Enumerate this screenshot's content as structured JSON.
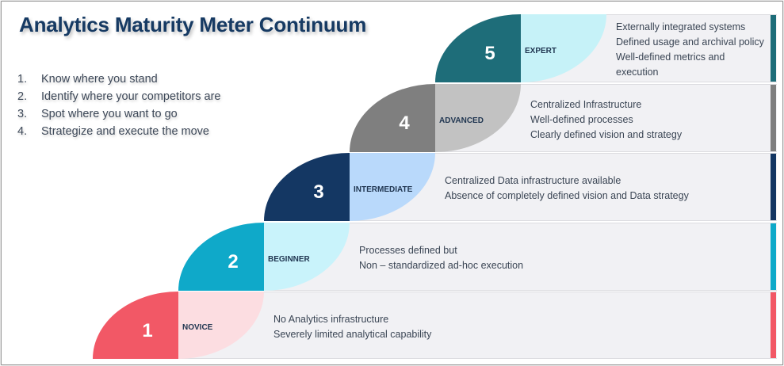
{
  "title": "Analytics Maturity Meter Continuum",
  "steps": [
    {
      "num": "1.",
      "text": "Know where you stand"
    },
    {
      "num": "2.",
      "text": "Identify where your competitors are"
    },
    {
      "num": "3.",
      "text": "Spot where you want to go"
    },
    {
      "num": "4.",
      "text": "Strategize and execute the move"
    }
  ],
  "levels": [
    {
      "number": "1",
      "label": "NOVICE",
      "dark": "#f25866",
      "light": "#fcdde1",
      "lines": [
        "No Analytics infrastructure",
        "Severely limited analytical capability"
      ]
    },
    {
      "number": "2",
      "label": "BEGINNER",
      "dark": "#0fa9c9",
      "light": "#c9f3fb",
      "lines": [
        "Processes defined but",
        "Non – standardized ad-hoc execution"
      ]
    },
    {
      "number": "3",
      "label": "INTERMEDIATE",
      "dark": "#143763",
      "light": "#b9d9fb",
      "lines": [
        "Centralized Data infrastructure available",
        "Absence of completely defined vision and Data strategy"
      ]
    },
    {
      "number": "4",
      "label": "ADVANCED",
      "dark": "#7f7f7f",
      "light": "#c2c2c2",
      "lines": [
        "Centralized  Infrastructure",
        "Well-defined processes",
        "Clearly defined vision and strategy"
      ]
    },
    {
      "number": "5",
      "label": "EXPERT",
      "dark": "#1e6d79",
      "light": "#c6f2f8",
      "lines": [
        "Externally integrated systems",
        "Defined usage and archival policy",
        "Well-defined metrics and",
        "execution"
      ]
    }
  ]
}
